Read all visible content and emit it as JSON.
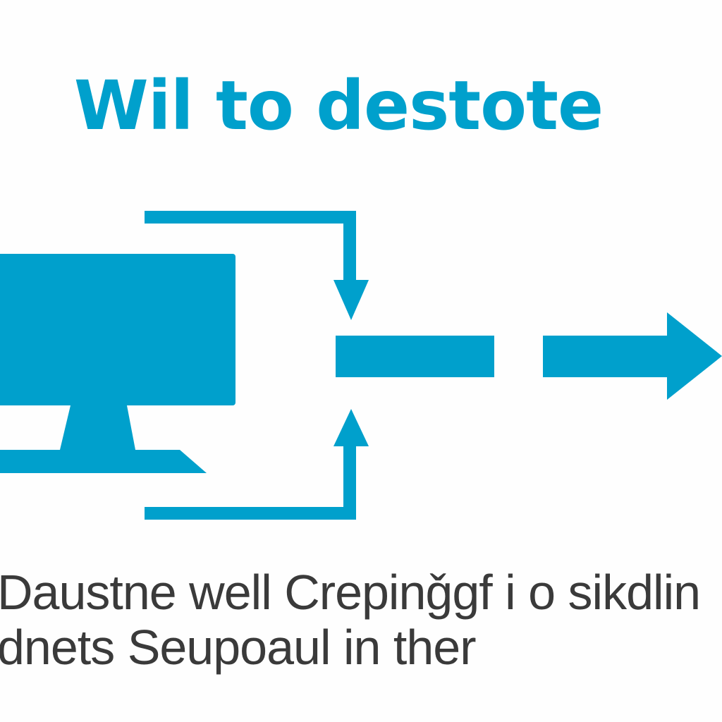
{
  "title": "Wil to destote",
  "caption": {
    "line1": "Daustne well Crepinǧgf i o sikdlin",
    "line2": "dnets Seupoaul in ther"
  },
  "icons": {
    "monitor": "monitor-icon",
    "arrow_down": "arrow-down-icon",
    "arrow_up": "arrow-up-icon",
    "arrow_right": "arrow-right-icon"
  },
  "colors": {
    "accent": "#00a0cc",
    "text": "#3a3a3a",
    "background": "#fefefe"
  }
}
